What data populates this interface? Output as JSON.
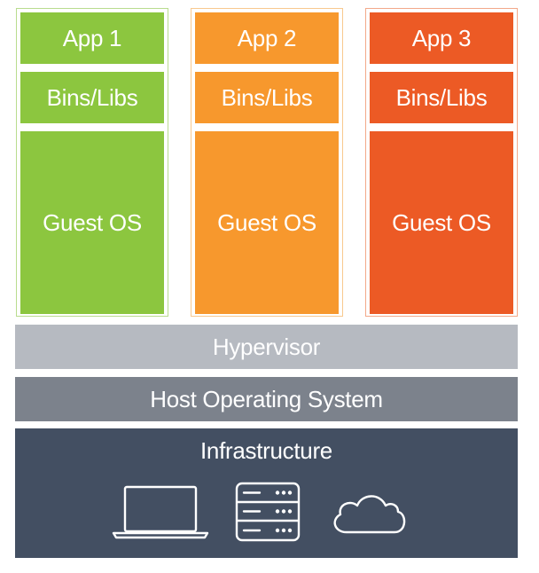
{
  "colors": {
    "app1": "#8cc63f",
    "app2": "#f7982d",
    "app3": "#ec5a25",
    "hypervisor": "#b6bac1",
    "host_os": "#7c828c",
    "infrastructure": "#434f62"
  },
  "vms": [
    {
      "app": "App 1",
      "bins": "Bins/Libs",
      "guest": "Guest OS"
    },
    {
      "app": "App 2",
      "bins": "Bins/Libs",
      "guest": "Guest OS"
    },
    {
      "app": "App 3",
      "bins": "Bins/Libs",
      "guest": "Guest OS"
    }
  ],
  "layers": {
    "hypervisor": "Hypervisor",
    "host_os": "Host Operating System",
    "infrastructure": "Infrastructure"
  },
  "icons": [
    "laptop-icon",
    "server-icon",
    "cloud-icon"
  ]
}
